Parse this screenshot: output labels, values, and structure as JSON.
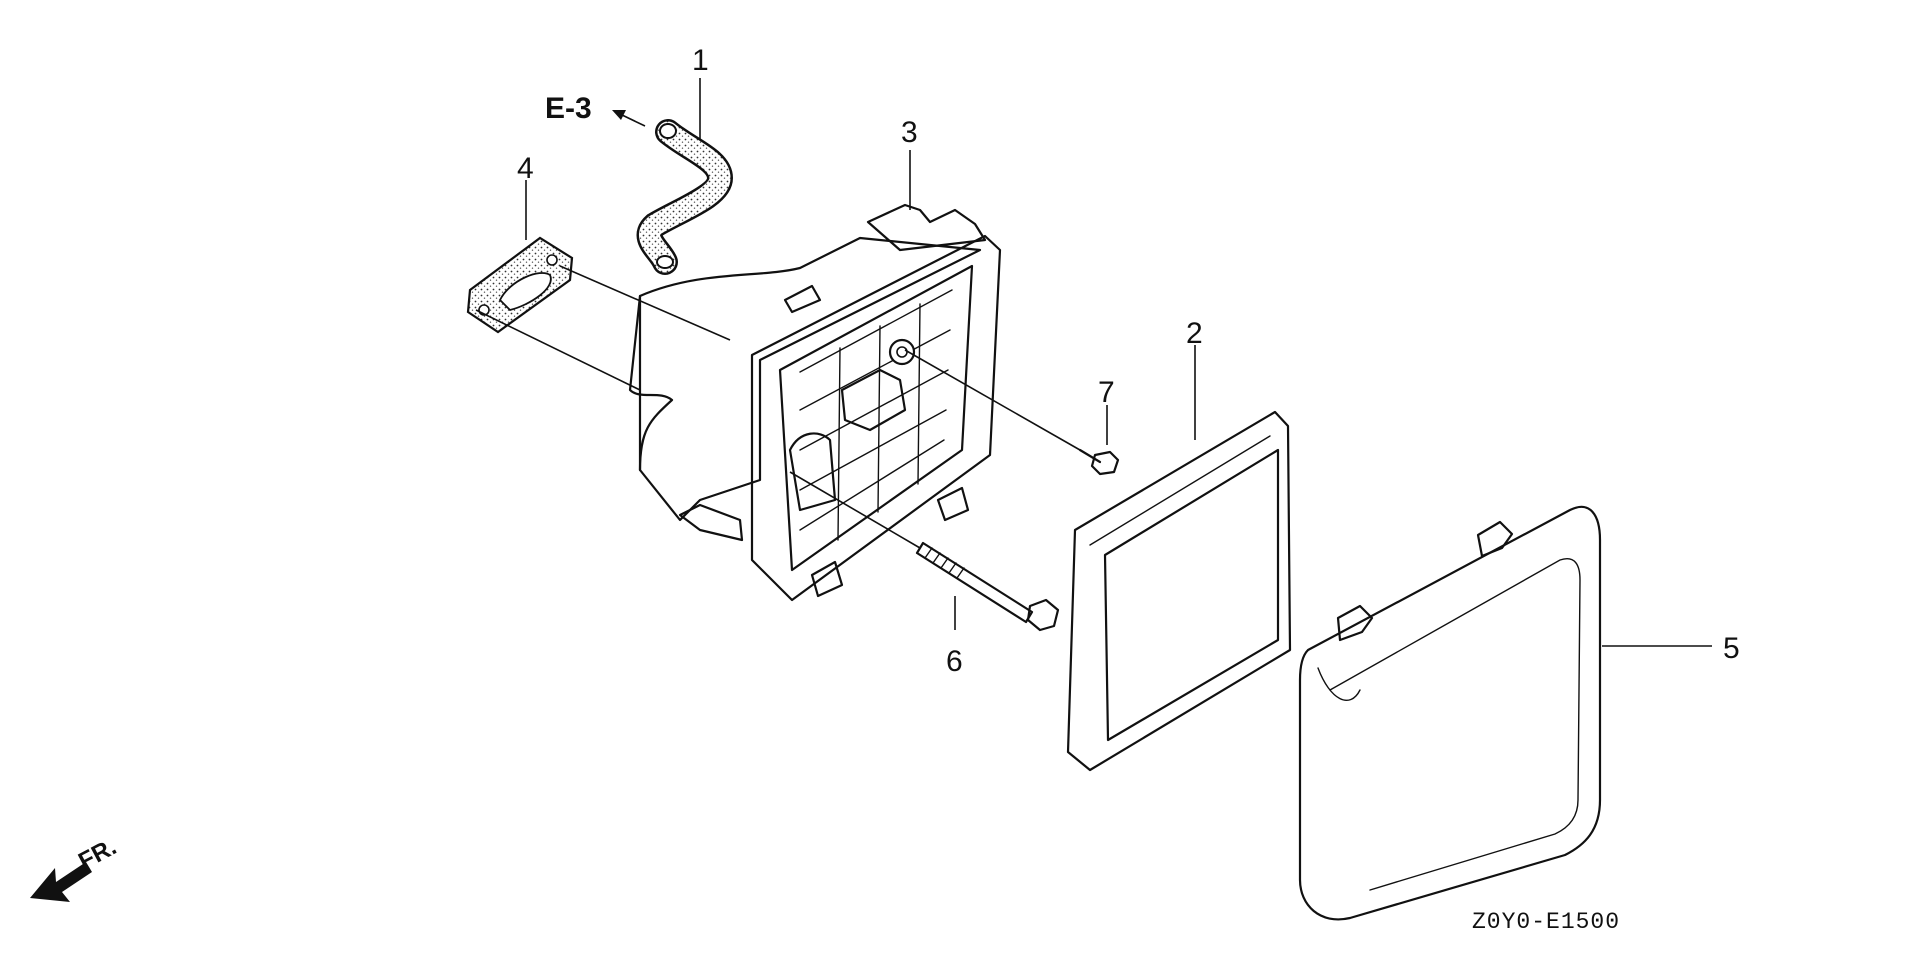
{
  "diagram": {
    "reference_label": "E-3",
    "front_label": "FR.",
    "diagram_code": "Z0Y0-E1500",
    "callouts": [
      {
        "id": "1",
        "label": "1"
      },
      {
        "id": "2",
        "label": "2"
      },
      {
        "id": "3",
        "label": "3"
      },
      {
        "id": "4",
        "label": "4"
      },
      {
        "id": "5",
        "label": "5"
      },
      {
        "id": "6",
        "label": "6"
      },
      {
        "id": "7",
        "label": "7"
      }
    ]
  }
}
